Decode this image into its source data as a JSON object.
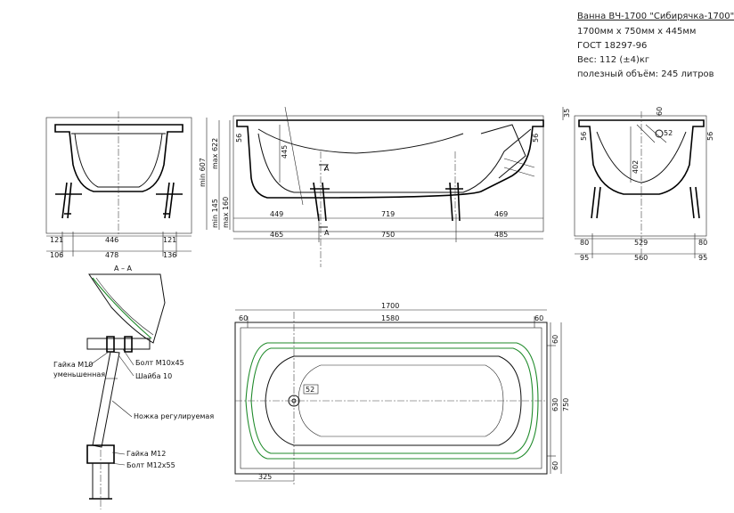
{
  "spec": {
    "title": "Ванна ВЧ-1700 \"Сибирячка-1700\"",
    "size": "1700мм x 750мм x 445мм",
    "gost": "ГОСТ 18297-96",
    "weight": "Вес: 112 (±4)кг",
    "volume": "полезный объём: 245 литров"
  },
  "front_view": {
    "dims_top": [
      "121",
      "446",
      "121"
    ],
    "dims_bottom": [
      "106",
      "478",
      "136"
    ]
  },
  "side_view": {
    "heights": [
      "56",
      "445",
      "min 607",
      "max 622",
      "min 145",
      "max 160"
    ],
    "right_h": "56",
    "section_mark": "A",
    "dims_top": [
      "449",
      "719",
      "469"
    ],
    "dims_bottom": [
      "465",
      "750",
      "485"
    ]
  },
  "end_view": {
    "dims": [
      "35",
      "60",
      "56",
      "56",
      "402",
      "52"
    ],
    "dims_top": [
      "80",
      "529",
      "80"
    ],
    "dims_bottom": [
      "95",
      "560",
      "95"
    ]
  },
  "section": {
    "title": "А – А",
    "labels": {
      "nut_m10": "Гайка М10",
      "nut_m10_sub": "уменьшенная",
      "bolt_m10": "Болт М10х45",
      "washer": "Шайба 10",
      "leg": "Ножка регулируемая",
      "nut_m12": "Гайка М12",
      "bolt_m12": "Болт М12х55"
    }
  },
  "plan_view": {
    "dims": [
      "1700",
      "60",
      "1580",
      "60",
      "60",
      "630",
      "750",
      "60",
      "52",
      "325"
    ]
  }
}
